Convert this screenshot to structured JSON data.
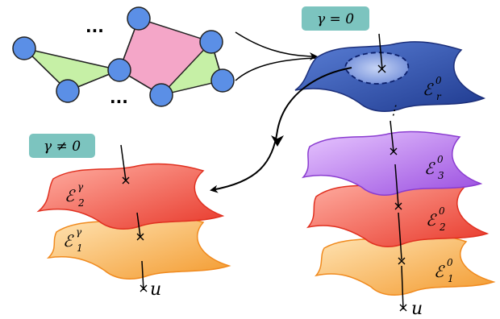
{
  "graph": {
    "dots_top": "...",
    "dots_bottom": "..."
  },
  "tags": {
    "gamma_zero": "γ = 0",
    "gamma_nonzero": "γ ≠ 0"
  },
  "left_stack": {
    "sheet_top": {
      "base": "ℰ",
      "sup": "γ",
      "sub": "2"
    },
    "sheet_bottom": {
      "base": "ℰ",
      "sup": "γ",
      "sub": "1"
    },
    "point": "u"
  },
  "right_stack": {
    "sheet_r": {
      "base": "ℰ",
      "sup": "0",
      "sub": "r"
    },
    "sheet_3": {
      "base": "ℰ",
      "sup": "0",
      "sub": "3"
    },
    "sheet_2": {
      "base": "ℰ",
      "sup": "0",
      "sub": "2"
    },
    "sheet_1": {
      "base": "ℰ",
      "sup": "0",
      "sub": "1"
    },
    "point": "u",
    "vertical_dots": "⋮"
  },
  "colors": {
    "node": "#5b8fe6",
    "green_face": "#c6f0a6",
    "pink_face": "#f4a6c8",
    "tag_bg": "#7cc4bf",
    "blue_sheet": "#2f4ea6",
    "purple_sheet": "#a35be0",
    "red_sheet": "#ef4b3b",
    "orange_sheet": "#f5a642"
  }
}
